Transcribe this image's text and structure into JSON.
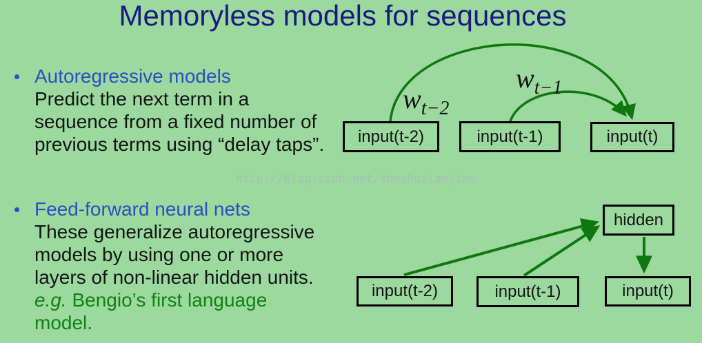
{
  "colors": {
    "bg": "#9bd99e",
    "title": "#1a1a80",
    "accent-blue": "#2a4fc4",
    "text": "#141414",
    "green-text": "#128212",
    "arrow": "#0e770e",
    "box-border": "#000000",
    "watermark": "#aeb4c4"
  },
  "title": "Memoryless models for sequences",
  "watermark": "http://blog.csdn.net/shouhuxianjian",
  "bullets": [
    {
      "marker": "•",
      "heading": "Autoregressive models",
      "lines": [
        "Predict the next term in a",
        "sequence from a fixed number of",
        "previous terms using “delay taps”."
      ]
    },
    {
      "marker": "•",
      "heading": "Feed-forward neural nets",
      "lines": [
        "These generalize autoregressive",
        "models by using one or more",
        "layers of non-linear hidden units."
      ],
      "note_italic": "e.g.",
      "note_line1": " Bengio’s first language",
      "note_line2": "model."
    }
  ],
  "diagram_top": {
    "boxes": [
      "input(t-2)",
      "input(t-1)",
      "input(t)"
    ],
    "weights": [
      {
        "base": "w",
        "sub": "t−2"
      },
      {
        "base": "w",
        "sub": "t−1"
      }
    ]
  },
  "diagram_bottom": {
    "hidden": "hidden",
    "boxes": [
      "input(t-2)",
      "input(t-1)",
      "input(t)"
    ]
  }
}
